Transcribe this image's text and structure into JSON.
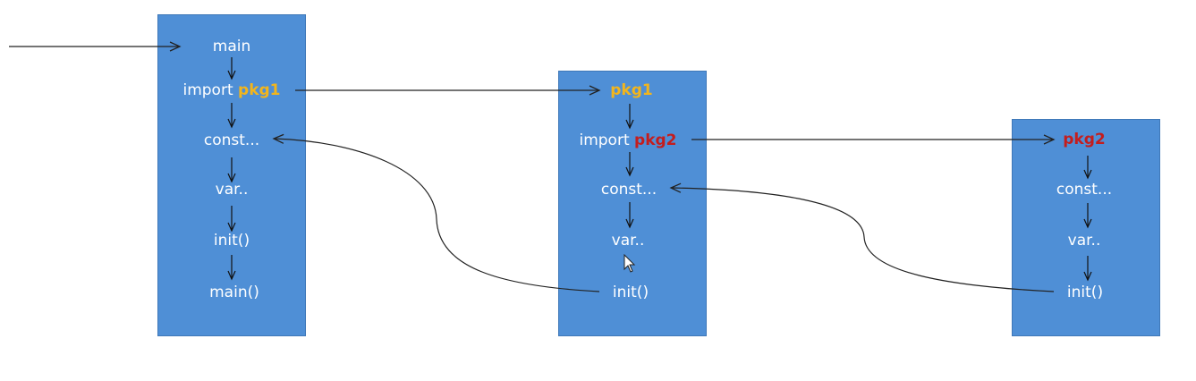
{
  "colors": {
    "box_fill": "#4f8fd6",
    "pkg1_highlight": "#f2b51c",
    "pkg2_highlight": "#c41d1d",
    "text": "#ffffff"
  },
  "main_package": {
    "entry": "main",
    "import_prefix": "import ",
    "import_name": "pkg1",
    "const": "const...",
    "var": "var..",
    "init": "init()",
    "main_call": "main()"
  },
  "pkg1": {
    "name": "pkg1",
    "import_prefix": "import ",
    "import_name": "pkg2",
    "const": "const...",
    "var": "var..",
    "init": "init()"
  },
  "pkg2": {
    "name": "pkg2",
    "const": "const...",
    "var": "var..",
    "init": "init()"
  }
}
